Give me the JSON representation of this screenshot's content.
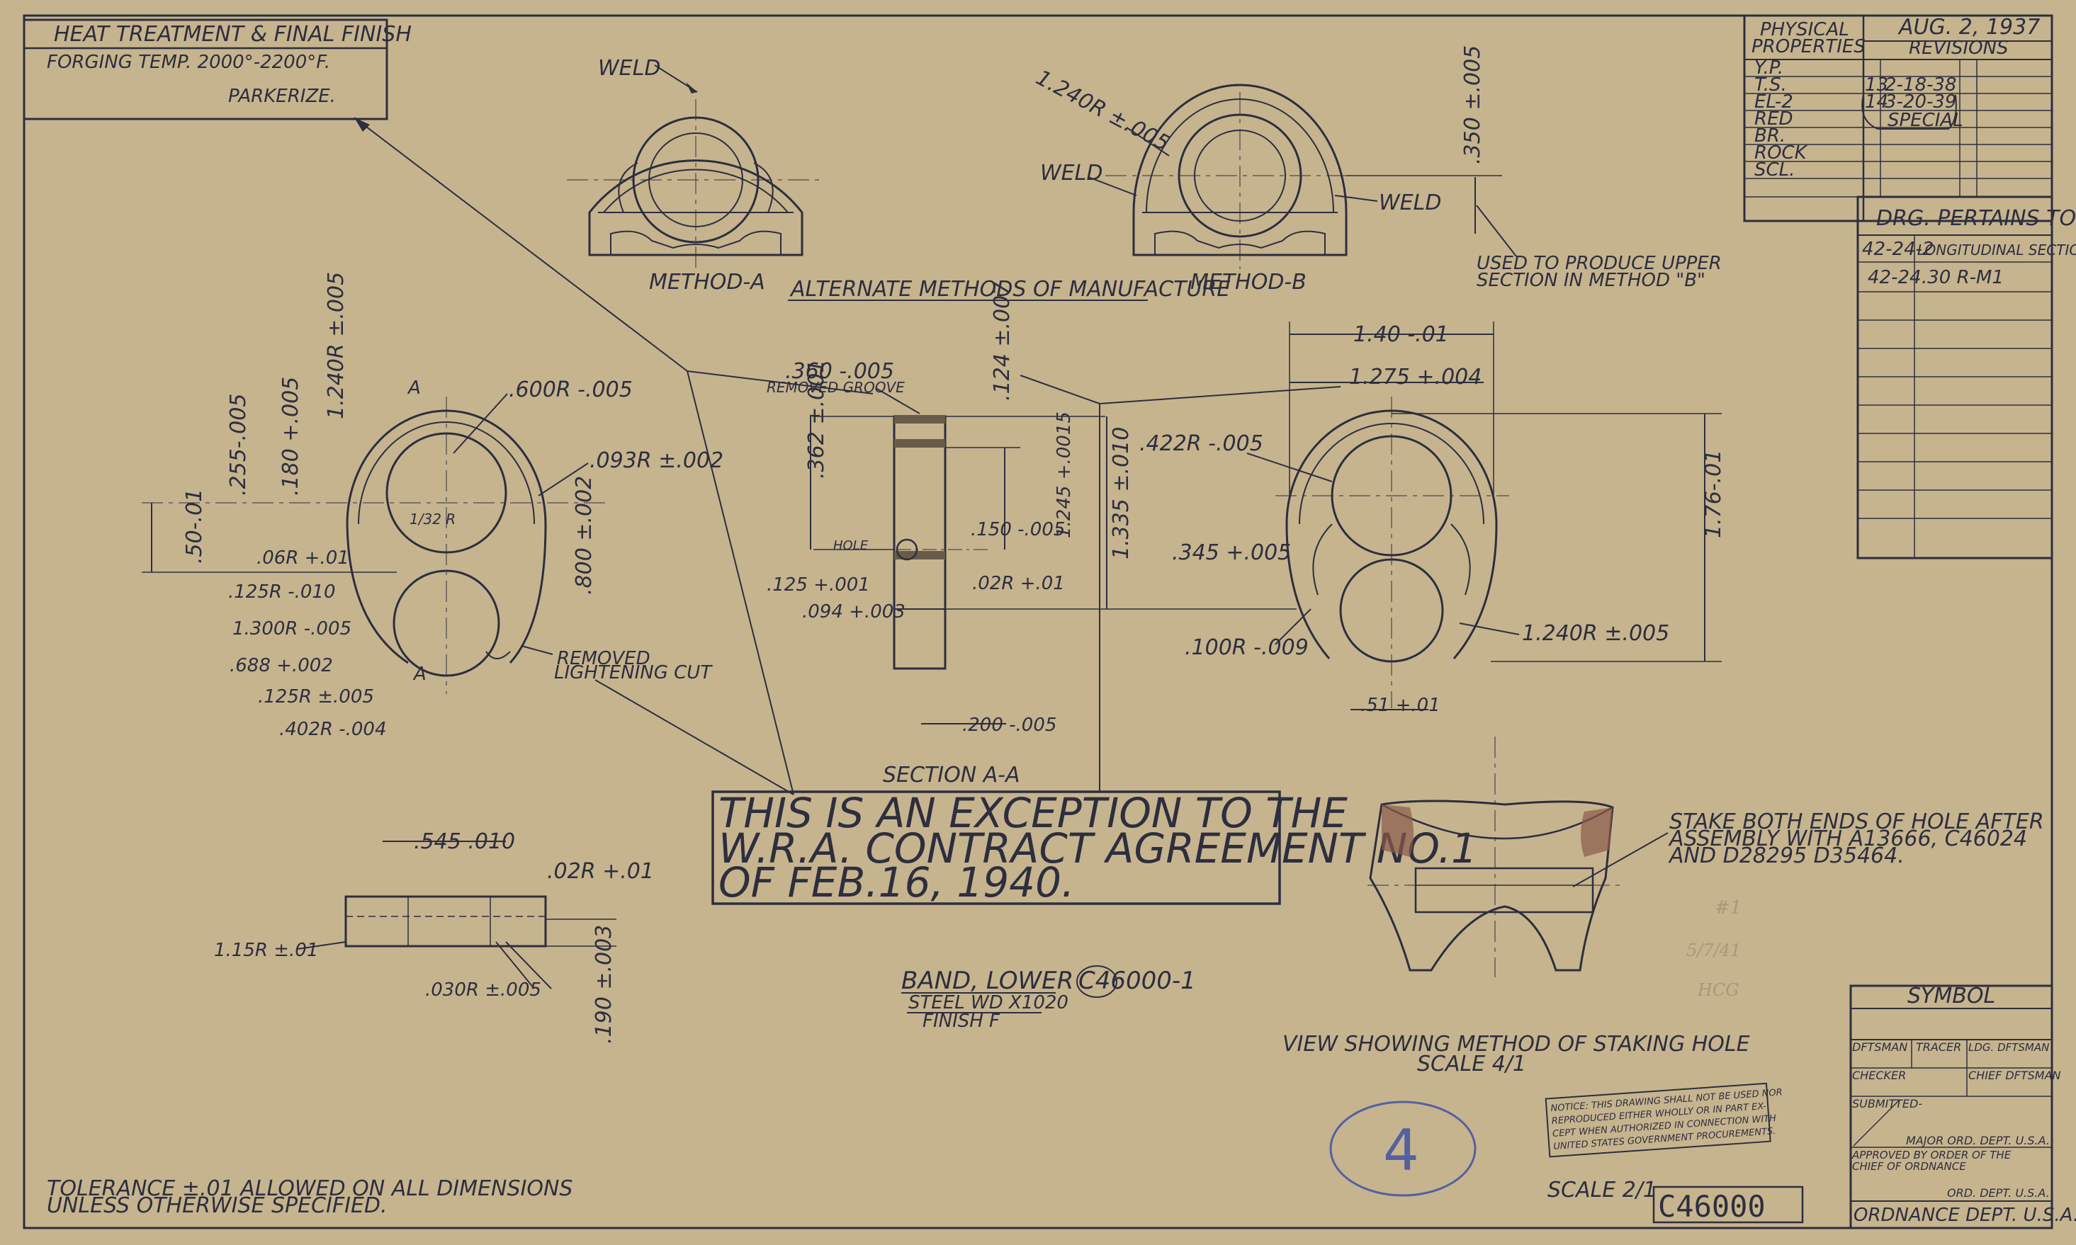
{
  "title_block_top_left": {
    "header": "HEAT TREATMENT & FINAL FINISH",
    "line1": "FORGING TEMP. 2000°-2200°F.",
    "line2": "PARKERIZE."
  },
  "physical_properties": {
    "header_line1": "PHYSICAL",
    "header_line2": "PROPERTIES",
    "rows": [
      "Y.P.",
      "T.S.",
      "EL-2",
      "RED",
      "BR.",
      "ROCK",
      "SCL."
    ]
  },
  "revisions": {
    "date": "AUG. 2, 1937",
    "header": "REVISIONS",
    "rows": [
      {
        "num": "13",
        "date": "2-18-38"
      },
      {
        "num": "14",
        "date": "3-20-39"
      },
      {
        "num": "",
        "date": "SPECIAL"
      }
    ]
  },
  "drg_pertains": {
    "header": "DRG. PERTAINS TO",
    "rows": [
      {
        "ref": "42-24-2",
        "desc": "LONGITUDINAL SECTION"
      },
      {
        "ref": "42-24",
        "desc": ".30 R-M1"
      }
    ]
  },
  "views": {
    "method_a": "METHOD-A",
    "method_b": "METHOD-B",
    "alternate": "ALTERNATE METHODS OF MANUFACTURE",
    "weld": "WELD",
    "used_to_produce": "USED TO PRODUCE UPPER",
    "used_to_produce2": "SECTION IN METHOD \"B\"",
    "section_aa": "SECTION A-A",
    "removed_groove": "REMOVED GROOVE",
    "removed_cut1": "REMOVED",
    "removed_cut2": "LIGHTENING CUT",
    "hole": "HOLE",
    "staking_view": "VIEW SHOWING METHOD OF STAKING HOLE",
    "staking_scale": "SCALE 4/1"
  },
  "dimensions": {
    "d1240r": "1.240R ±.005",
    "d350": ".350 ±.005",
    "d600r": ".600R -.005",
    "d093r": ".093R ±.002",
    "d1240r_b": "1.240R ±.005",
    "d255": ".255-.005",
    "d180": ".180 +.005",
    "d50": ".50-.01",
    "d06r": ".06R +.01",
    "d125r": ".125R -.010",
    "d1300r": "1.300R -.005",
    "d688": ".688 +.002",
    "d125r2": ".125R ±.005",
    "d402r": ".402R -.004",
    "d800": ".800 ±.002",
    "d132r": "1/32 R",
    "d360": ".360 -.005",
    "d362": ".362 ±.001",
    "d124": ".124 ±.007",
    "d1245": "1.245 +.0015",
    "d1335": "1.335 ±.010",
    "d150": ".150 -.005",
    "d125h": ".125 +.001",
    "d094": ".094 +.003",
    "d02r": ".02R +.01",
    "d200": ".200 -.005",
    "d140": "1.40 -.01",
    "d1275": "1.275 +.004",
    "d422r": ".422R -.005",
    "d345": ".345 +.005",
    "d100r": ".100R -.009",
    "d1240r_c": "1.240R ±.005",
    "d176": "1.76-.01",
    "d51": ".51 +.01",
    "d545": ".545 .010",
    "d02r2": ".02R +.01",
    "d115r": "1.15R ±.01",
    "d030r": ".030R ±.005",
    "d190": ".190 ±.003"
  },
  "exception_note": {
    "line1": "THIS IS AN EXCEPTION TO THE",
    "line2": "W.R.A. CONTRACT AGREEMENT NO.1",
    "line3": "OF FEB.16, 1940."
  },
  "part": {
    "name": "BAND, LOWER",
    "number": "C46000-1",
    "material": "STEEL WD X1020",
    "finish": "FINISH F"
  },
  "staking_note": {
    "line1": "STAKE BOTH ENDS OF HOLE AFTER",
    "line2": "ASSEMBLY WITH A13666, C46024",
    "line3": "AND D28295 D35464."
  },
  "tolerance_note": {
    "line1": "TOLERANCE ±.01 ALLOWED ON ALL DIMENSIONS",
    "line2": "UNLESS OTHERWISE SPECIFIED."
  },
  "notice": {
    "line1": "NOTICE: THIS DRAWING SHALL NOT BE USED NOR",
    "line2": "REPRODUCED EITHER WHOLLY OR IN PART EX-",
    "line3": "CEPT WHEN AUTHORIZED IN CONNECTION WITH",
    "line4": "UNITED STATES GOVERNMENT PROCUREMENTS."
  },
  "title_block": {
    "symbol": "SYMBOL",
    "dftsman": "DFTSMAN",
    "tracer": "TRACER",
    "ldg_dftsman": "LDG. DFTSMAN",
    "checker": "CHECKER",
    "chief_dftsman": "CHIEF DFTSMAN",
    "submitted": "SUBMITTED-",
    "major": "MAJOR ORD. DEPT. U.S.A.",
    "approved1": "APPROVED BY ORDER OF THE",
    "approved2": "CHIEF OF ORDNANCE",
    "ord_dept": "ORD. DEPT. U.S.A.",
    "ordnance": "ORDNANCE DEPT. U.S.A.",
    "scale": "SCALE 2/1",
    "drawing_number": "C46000",
    "circled_number": "4"
  },
  "colors": {
    "paper": "#c6b48f",
    "ink": "#2d2e3e",
    "pencil_blue": "#5560a0"
  }
}
